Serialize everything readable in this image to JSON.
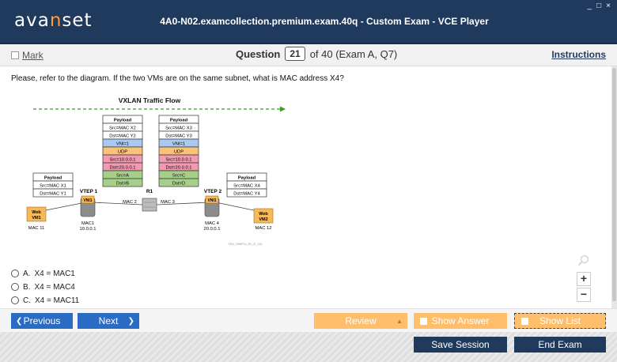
{
  "app": {
    "logo_a": "ava",
    "logo_n": "n",
    "logo_b": "set",
    "title": "4A0-N02.examcollection.premium.exam.40q - Custom Exam - VCE Player",
    "win_min": "_",
    "win_max": "□",
    "win_close": "×"
  },
  "header": {
    "mark_label": "Mark",
    "question_word": "Question",
    "question_number": "21",
    "question_suffix": "of 40 (Exam A, Q7)",
    "instructions": "Instructions"
  },
  "question": {
    "text": "Please, refer to the diagram. If the two VMs are on the same subnet, what is MAC address X4?"
  },
  "diagram": {
    "title": "VXLAN Traffic Flow",
    "stack1": [
      "Payload",
      "Src=MAC X2",
      "Dst=MAC Y2",
      "VNI=1",
      "UDP",
      "Src=10.0.0.1",
      "Dst=20.0.0.1",
      "Src=A",
      "Dst=B"
    ],
    "stack2": [
      "Payload",
      "Src=MAC X3",
      "Dst=MAC Y3",
      "VNI=1",
      "UDP",
      "Src=10.0.0.1",
      "Dst=20.0.0.1",
      "Src=C",
      "Dst=D"
    ],
    "left_frame": [
      "Payload",
      "Src=MAC X1",
      "Dst=MAC Y1"
    ],
    "right_frame": [
      "Payload",
      "Src=MAC X4",
      "Dst=MAC Y4"
    ],
    "vtep1": "VTEP 1",
    "vtep2": "VTEP 2",
    "vni1": "VNI1",
    "vni2": "VNI1",
    "r1": "R1",
    "mac2": "MAC 2",
    "mac3": "MAC 3",
    "vm1_a": "Web",
    "vm1_b": "VM1",
    "vm2_a": "Web",
    "vm2_b": "VM2",
    "mac11": "MAC 11",
    "mac12": "MAC 12",
    "mac1": "MAC1",
    "ip1": "10.0.0.1",
    "mac4": "MAC 4",
    "ip2": "20.0.0.1",
    "footnote": "SRA_VNMP10_B3_01_016",
    "colors": {
      "vni": "#a9c8f2",
      "udp": "#f9c27a",
      "ip": "#f19ab0",
      "mac": "#a6d08a",
      "vm": "#f7b95a",
      "arrow": "#3a9a2a"
    }
  },
  "answers": [
    {
      "letter": "A.",
      "text": "X4 = MAC1"
    },
    {
      "letter": "B.",
      "text": "X4 = MAC4"
    },
    {
      "letter": "C.",
      "text": "X4 = MAC11"
    }
  ],
  "nav": {
    "previous": "Previous",
    "next": "Next",
    "review": "Review",
    "show_answer": "Show Answer",
    "show_list": "Show List",
    "save_session": "Save Session",
    "end_exam": "End Exam"
  },
  "zoom": {
    "plus": "+",
    "minus": "−"
  }
}
